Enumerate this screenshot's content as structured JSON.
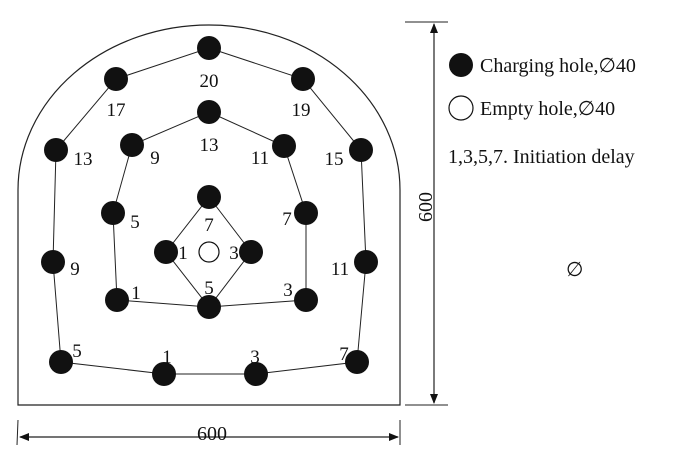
{
  "legend": {
    "charging_label": "Charging hole,∅40",
    "empty_label": "Empty hole,∅40",
    "delay_note": "1,3,5,7. Initiation delay",
    "stray_symbol": "∅"
  },
  "dimensions": {
    "width_label": "600",
    "height_label": "600"
  },
  "holes": [
    {
      "id": "c1",
      "type": "charging",
      "label": "1"
    },
    {
      "id": "c3",
      "type": "charging",
      "label": "3"
    },
    {
      "id": "c5",
      "type": "charging",
      "label": "5"
    },
    {
      "id": "c7",
      "type": "charging",
      "label": "7"
    },
    {
      "id": "c0",
      "type": "empty",
      "label": ""
    },
    {
      "id": "m1",
      "type": "charging",
      "label": "1"
    },
    {
      "id": "m3",
      "type": "charging",
      "label": "3"
    },
    {
      "id": "m5",
      "type": "charging",
      "label": "5"
    },
    {
      "id": "m7",
      "type": "charging",
      "label": "7"
    },
    {
      "id": "m9",
      "type": "charging",
      "label": "9"
    },
    {
      "id": "m11",
      "type": "charging",
      "label": "11"
    },
    {
      "id": "m13",
      "type": "charging",
      "label": "13"
    },
    {
      "id": "o1",
      "type": "charging",
      "label": "1"
    },
    {
      "id": "o3",
      "type": "charging",
      "label": "3"
    },
    {
      "id": "o5",
      "type": "charging",
      "label": "5"
    },
    {
      "id": "o7",
      "type": "charging",
      "label": "7"
    },
    {
      "id": "o9",
      "type": "charging",
      "label": "9"
    },
    {
      "id": "o11",
      "type": "charging",
      "label": "11"
    },
    {
      "id": "o13",
      "type": "charging",
      "label": "13"
    },
    {
      "id": "o15",
      "type": "charging",
      "label": "15"
    },
    {
      "id": "o17",
      "type": "charging",
      "label": "17"
    },
    {
      "id": "o19",
      "type": "charging",
      "label": "19"
    },
    {
      "id": "o20",
      "type": "charging",
      "label": "20"
    }
  ],
  "colors": {
    "ink": "#111111",
    "background": "#ffffff"
  }
}
